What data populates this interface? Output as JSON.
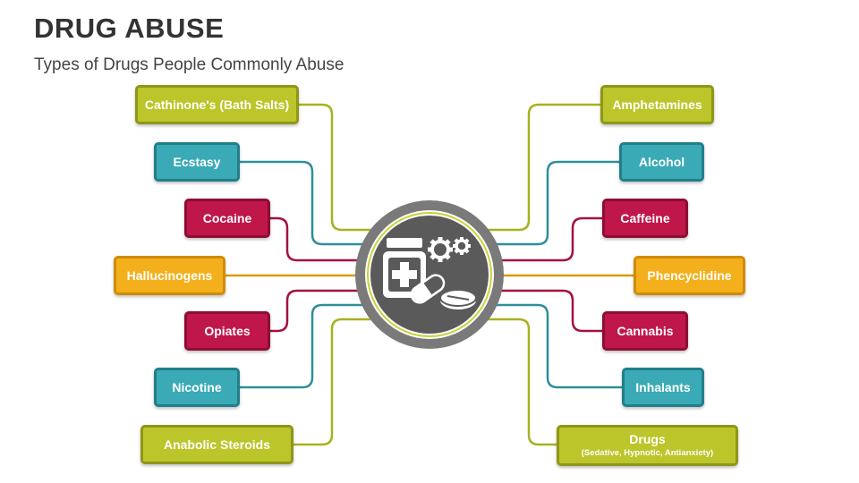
{
  "title": "DRUG ABUSE",
  "subtitle": "Types of Drugs People Commonly Abuse",
  "colors": {
    "olive": "#bcc52a",
    "teal": "#3aaab6",
    "crimson": "#c0174a",
    "orange": "#f3b01c",
    "hub_fill": "#5a5a5a",
    "hub_ring": "#7a7a7a",
    "hub_accent": "#c8d23a"
  },
  "hub": {
    "icon": "medicine-bottle-pills-gears-icon"
  },
  "left_items": [
    {
      "label": "Cathinone's (Bath Salts)",
      "color": "olive"
    },
    {
      "label": "Ecstasy",
      "color": "teal"
    },
    {
      "label": "Cocaine",
      "color": "crimson"
    },
    {
      "label": "Hallucinogens",
      "color": "orange"
    },
    {
      "label": "Opiates",
      "color": "crimson"
    },
    {
      "label": "Nicotine",
      "color": "teal"
    },
    {
      "label": "Anabolic Steroids",
      "color": "olive"
    }
  ],
  "right_items": [
    {
      "label": "Amphetamines",
      "color": "olive"
    },
    {
      "label": "Alcohol",
      "color": "teal"
    },
    {
      "label": "Caffeine",
      "color": "crimson"
    },
    {
      "label": "Phencyclidine",
      "color": "orange"
    },
    {
      "label": "Cannabis",
      "color": "crimson"
    },
    {
      "label": "Inhalants",
      "color": "teal"
    },
    {
      "label": "Drugs",
      "sublabel": "(Sedative, Hypnotic, Antianxiety)",
      "color": "olive"
    }
  ]
}
